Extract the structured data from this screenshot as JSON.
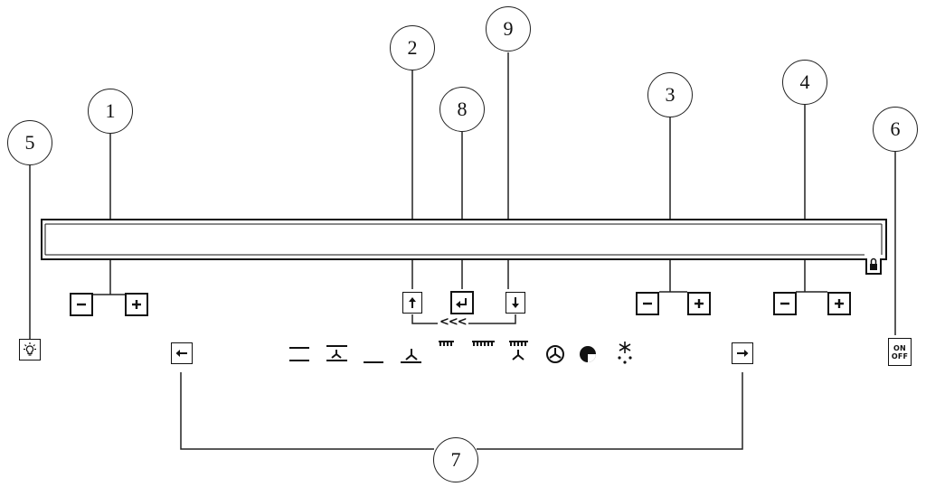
{
  "callouts": {
    "c1": "1",
    "c2": "2",
    "c3": "3",
    "c4": "4",
    "c5": "5",
    "c6": "6",
    "c7": "7",
    "c8": "8",
    "c9": "9"
  },
  "power_key": {
    "line1": "ON",
    "line2": "OFF"
  },
  "step_chevrons": "<<<",
  "icons": {
    "light_key": "light-bulb-icon",
    "zone1_minus": "minus-icon",
    "zone1_plus": "plus-icon",
    "up_key": "arrow-up-icon",
    "enter_key": "enter-icon",
    "down_key": "arrow-down-icon",
    "zone3_minus": "minus-icon",
    "zone3_plus": "plus-icon",
    "zone4_minus": "minus-icon",
    "zone4_plus": "plus-icon",
    "left_key": "arrow-left-icon",
    "right_key": "arrow-right-icon",
    "lock_indicator": "lock-icon",
    "status_symbols": [
      "double-bar",
      "bar-with-fan",
      "single-bar",
      "fan",
      "small-rack",
      "wide-rack",
      "rack-with-fan",
      "fan-circle",
      "quarter-circle",
      "star-drops"
    ]
  }
}
